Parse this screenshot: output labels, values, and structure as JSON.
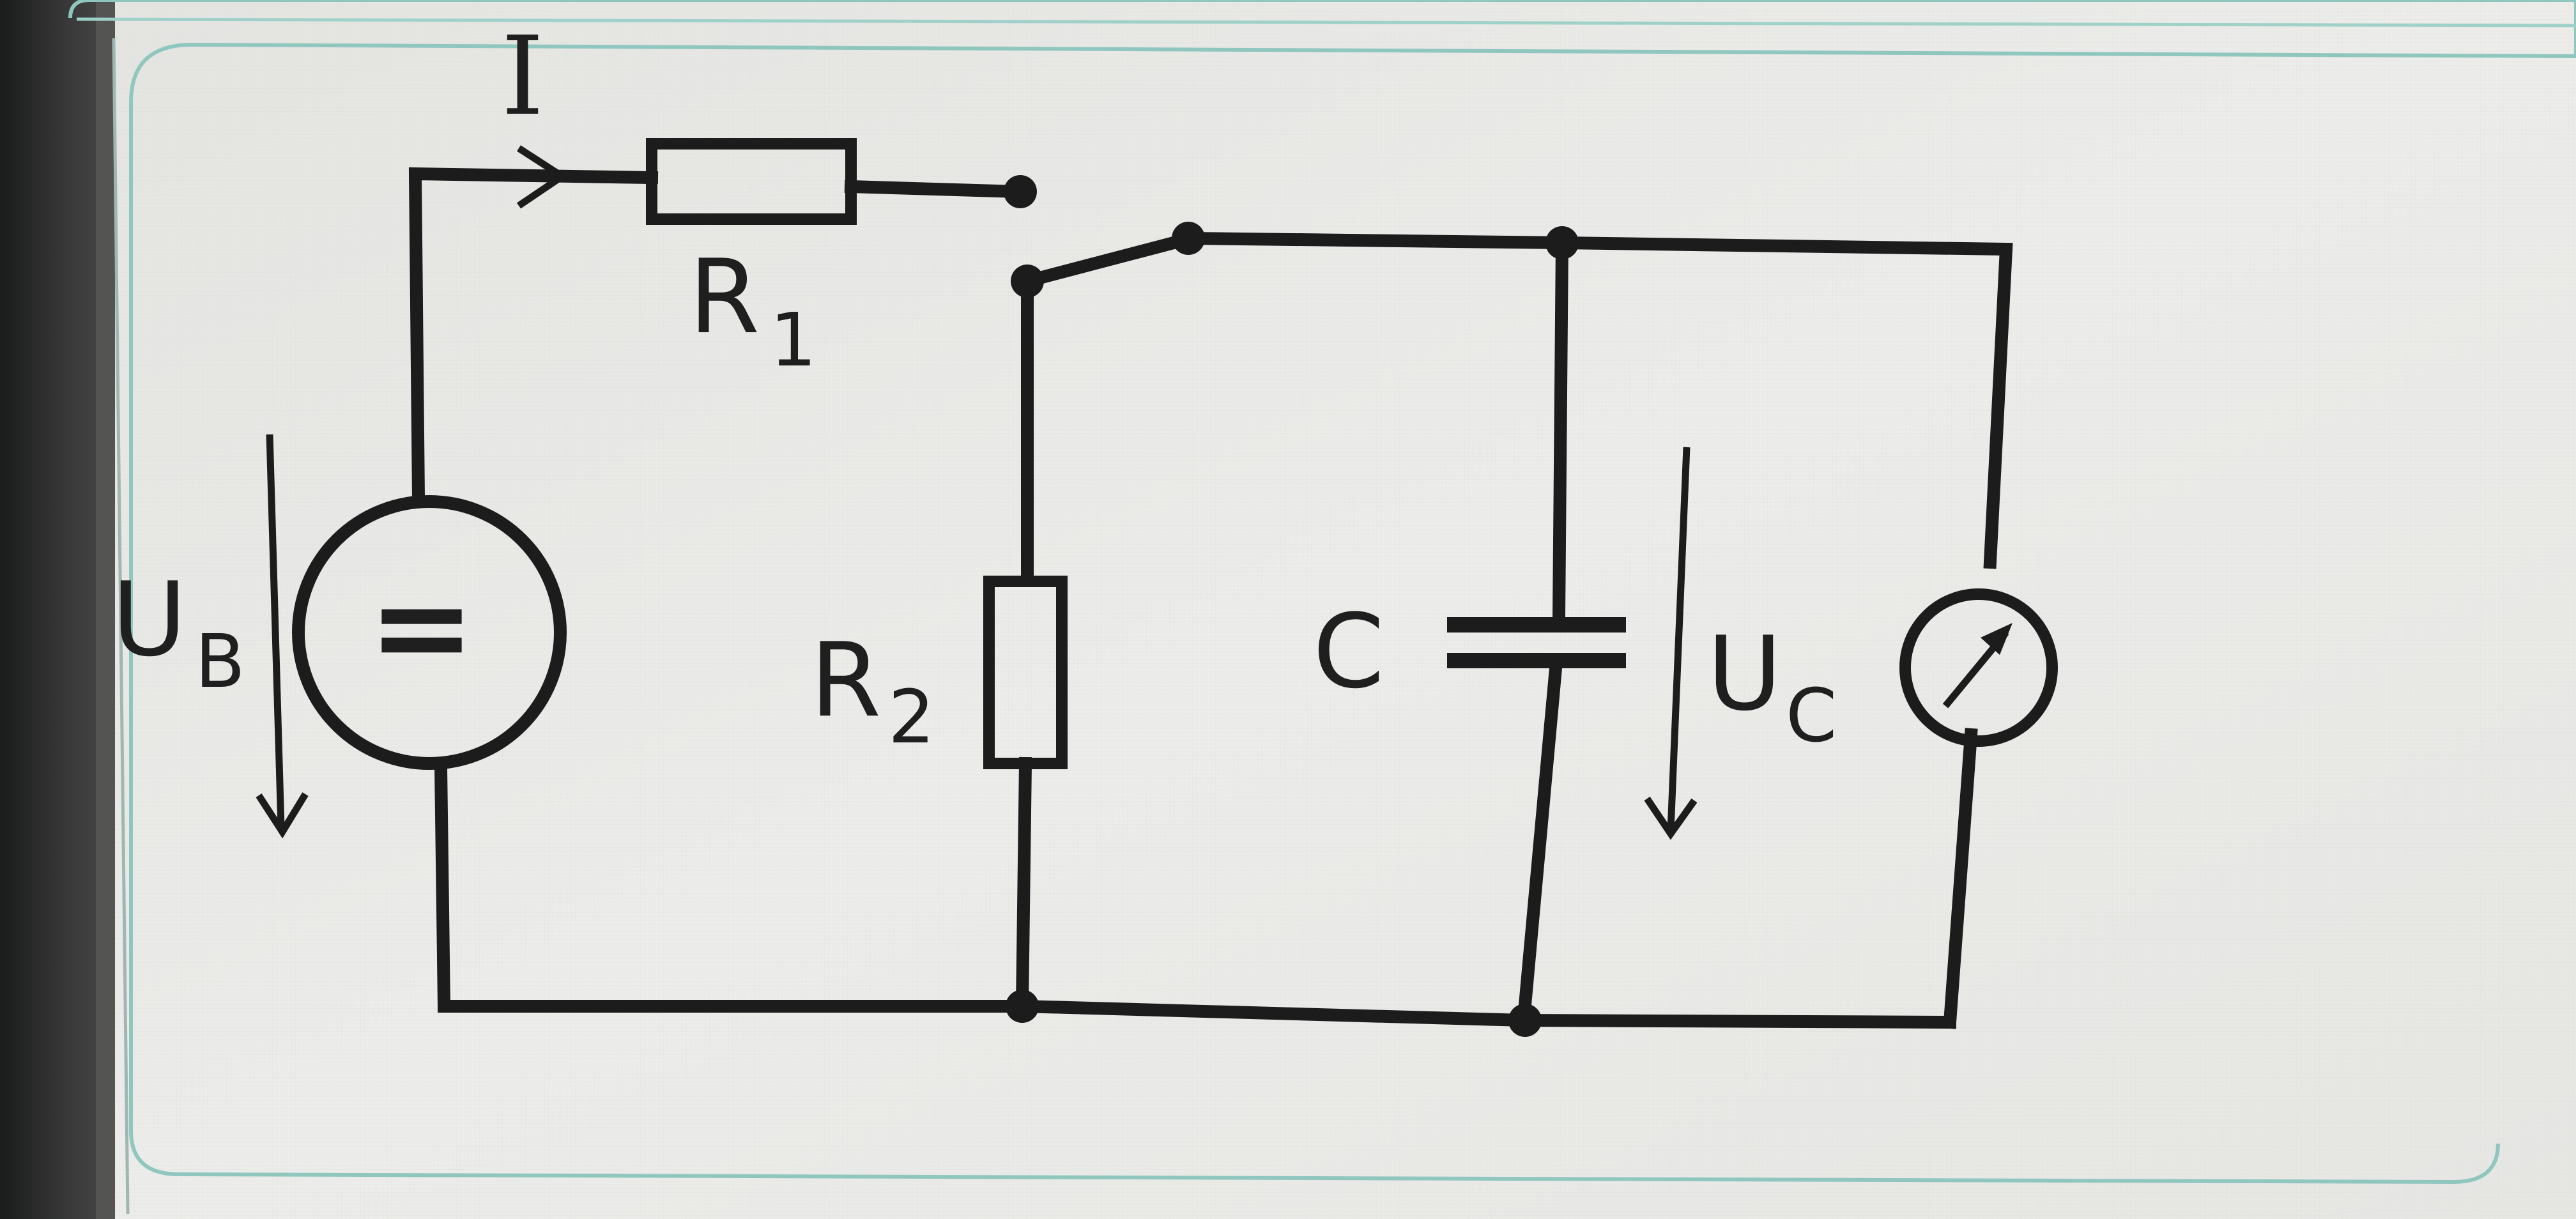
{
  "diagram": {
    "current_label": "I",
    "r1": {
      "letter": "R",
      "index": "1"
    },
    "r2": {
      "letter": "R",
      "index": "2"
    },
    "capacitor_label": "C",
    "source_voltage": {
      "letter": "U",
      "index": "B"
    },
    "source_symbol": "=",
    "capacitor_voltage": {
      "letter": "U",
      "index": "C"
    }
  },
  "colors": {
    "screen_bg": "#ececea",
    "wire": "#1c1c1c",
    "bezel": "#2b2c2c",
    "frame_border": "#8fc7bf"
  }
}
